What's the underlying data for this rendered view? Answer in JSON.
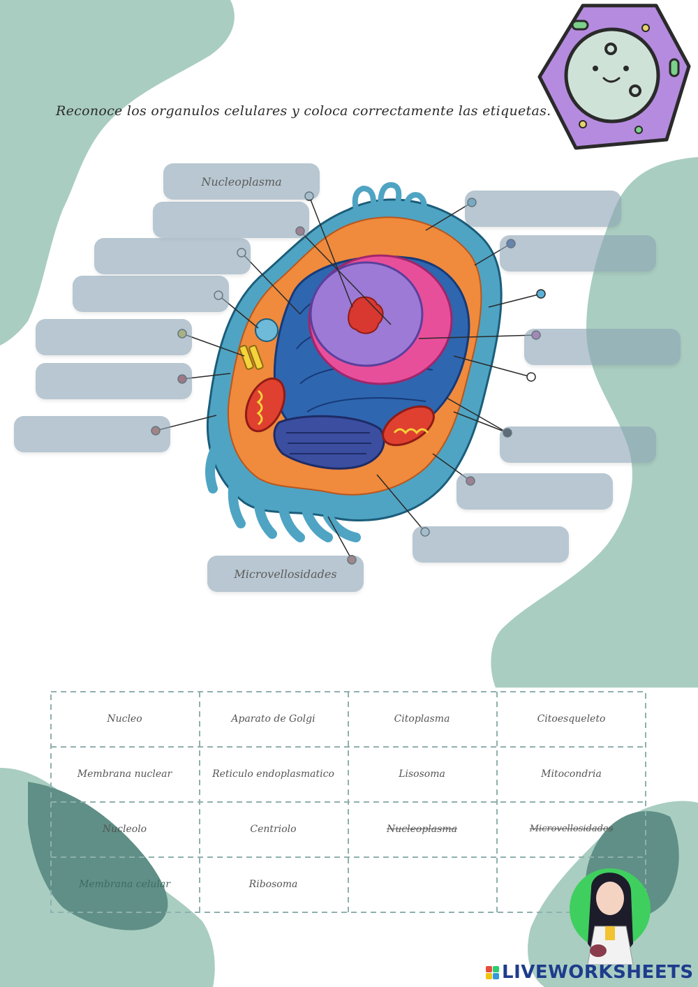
{
  "instruction": "Reconoce los organulos celulares y coloca correctamente las etiquetas.",
  "drop_zones": [
    {
      "id": "dz1",
      "value": "Nucleoplasma"
    },
    {
      "id": "dz2",
      "value": ""
    },
    {
      "id": "dz3",
      "value": ""
    },
    {
      "id": "dz4",
      "value": ""
    },
    {
      "id": "dz5",
      "value": ""
    },
    {
      "id": "dz6",
      "value": ""
    },
    {
      "id": "dz7",
      "value": ""
    },
    {
      "id": "dz8",
      "value": ""
    },
    {
      "id": "dz9",
      "value": ""
    },
    {
      "id": "dz10",
      "value": ""
    },
    {
      "id": "dz11",
      "value": ""
    },
    {
      "id": "dz12",
      "value": ""
    },
    {
      "id": "dz13",
      "value": ""
    },
    {
      "id": "dz14",
      "value": "Microvellosidades"
    }
  ],
  "word_bank": [
    {
      "label": "Nucleo",
      "used": false
    },
    {
      "label": "Aparato de Golgi",
      "used": false
    },
    {
      "label": "Citoplasma",
      "used": false
    },
    {
      "label": "Citoesqueleto",
      "used": false
    },
    {
      "label": "Membrana nuclear",
      "used": false
    },
    {
      "label": "Reticulo endoplasmatico",
      "used": false
    },
    {
      "label": "Lisosoma",
      "used": false
    },
    {
      "label": "Mitocondria",
      "used": false
    },
    {
      "label": "Nucleolo",
      "used": false
    },
    {
      "label": "Centriolo",
      "used": false
    },
    {
      "label": "Nucleoplasma",
      "used": true
    },
    {
      "label": "Microvellosidades",
      "used": true
    },
    {
      "label": "Membrana celular",
      "used": false
    },
    {
      "label": "Ribosoma",
      "used": false
    },
    {
      "label": "",
      "used": false
    },
    {
      "label": "",
      "used": false
    }
  ],
  "brand": "LIVEWORKSHEETS",
  "colors": {
    "blob": "#a9cdc1",
    "blob_dark": "#5f8f86",
    "dropzone": "#8ca5b4",
    "brand": "#1e3c8c"
  }
}
